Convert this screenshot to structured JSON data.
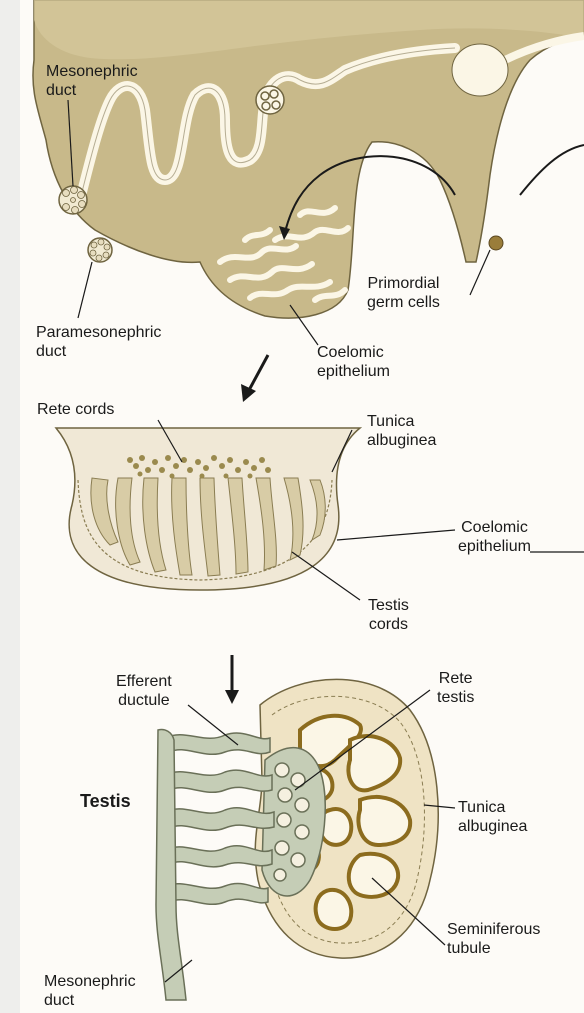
{
  "labels": {
    "mesonephric_duct_top": [
      "Mesonephric",
      "duct"
    ],
    "paramesonephric_duct": [
      "Paramesonephric",
      "duct"
    ],
    "primordial_germ_cells": [
      "Primordial",
      "germ cells"
    ],
    "coelomic_epithelium_top": [
      "Coelomic",
      "epithelium"
    ],
    "rete_cords": "Rete cords",
    "tunica_albuginea_mid": [
      "Tunica",
      "albuginea"
    ],
    "coelomic_epithelium_mid": [
      "Coelomic",
      "epithelium"
    ],
    "testis_cords": [
      "Testis",
      "cords"
    ],
    "efferent_ductule": [
      "Efferent",
      "ductule"
    ],
    "rete_testis": [
      "Rete",
      "testis"
    ],
    "testis": "Testis",
    "tunica_albuginea_bottom": [
      "Tunica",
      "albuginea"
    ],
    "seminiferous_tubule": [
      "Seminiferous",
      "tubule"
    ],
    "mesonephric_duct_bottom": [
      "Mesonephric",
      "duct"
    ]
  },
  "colors": {
    "stage1_fill": "#c8b98a",
    "cords_fill": "#d8cca6",
    "capsule_fill": "#f0e8d6",
    "duct_fill": "#c5cdb6",
    "tubule_stroke": "#8c6c1e",
    "germ_cell": "#9a8a4e",
    "background_page": "#fdfbf7"
  }
}
